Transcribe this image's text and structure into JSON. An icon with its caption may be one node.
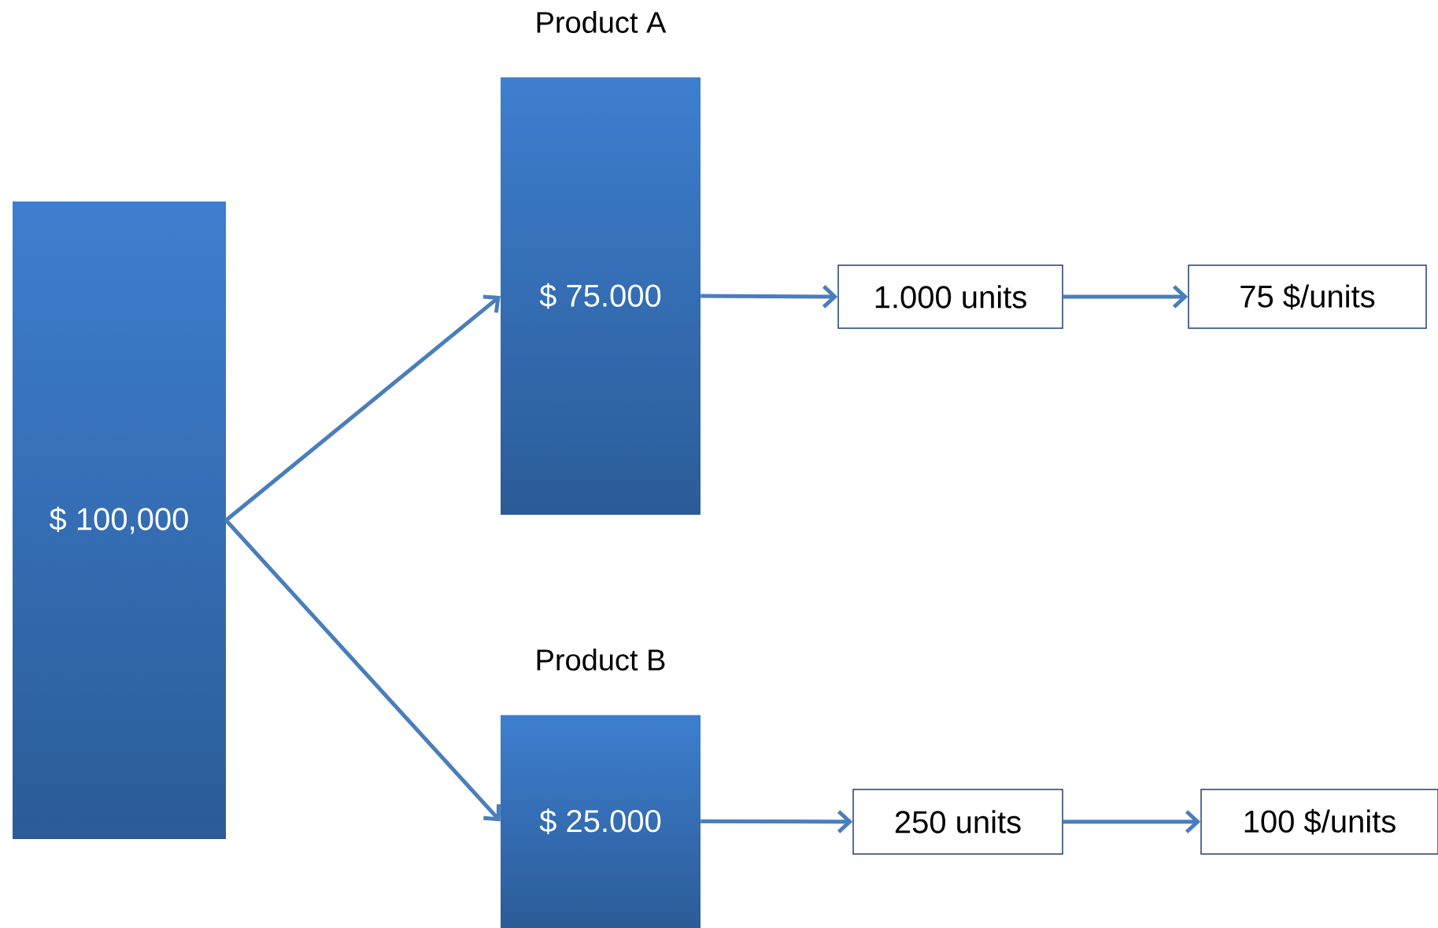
{
  "diagram": {
    "nodes": [
      {
        "text": [
          "$ 100,000"
        ]
      },
      {
        "text": [
          "Product A",
          "$ 75.000"
        ]
      },
      {
        "text": [
          "Product B",
          "$ 25.000"
        ]
      },
      {
        "text": [
          "1.000 units"
        ]
      },
      {
        "text": [
          "75 $/units"
        ]
      },
      {
        "text": [
          "250 units"
        ]
      },
      {
        "text": [
          "100 $/units"
        ]
      }
    ],
    "edges": [
      {
        "from": 0,
        "to": 1,
        "arrow": "to"
      },
      {
        "from": 0,
        "to": 2,
        "arrow": "to"
      },
      {
        "from": 1,
        "to": 3,
        "arrow": "to"
      },
      {
        "from": 3,
        "to": 4,
        "arrow": "to"
      },
      {
        "from": 2,
        "to": 5,
        "arrow": "to"
      },
      {
        "from": 5,
        "to": 6,
        "arrow": "to"
      }
    ]
  }
}
